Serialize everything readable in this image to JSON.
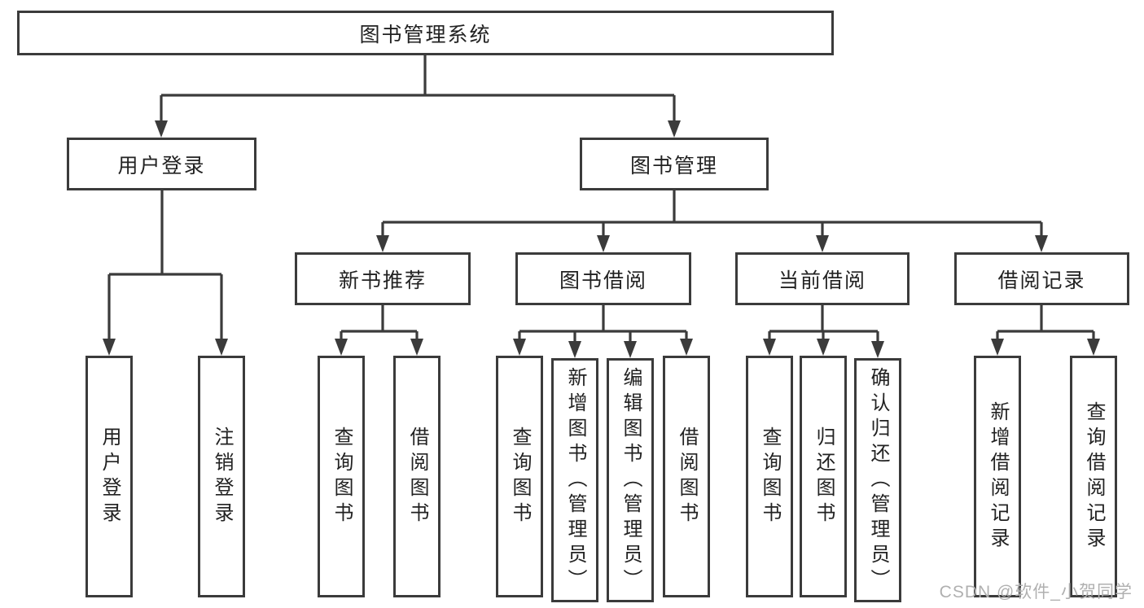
{
  "diagram": {
    "nodes": {
      "root": "图书管理系统",
      "user_login": "用户登录",
      "book_mgmt": "图书管理",
      "new_book_rec": "新书推荐",
      "book_borrow": "图书借阅",
      "current_borrow": "当前借阅",
      "borrow_record": "借阅记录",
      "leaf_user_login": "用户登录",
      "leaf_logout": "注销登录",
      "nb_query": "查询图书",
      "nb_borrow": "借阅图书",
      "bb_query": "查询图书",
      "bb_add": "新增图书（管理员）",
      "bb_edit": "编辑图书（管理员）",
      "bb_borrow": "借阅图书",
      "cb_query": "查询图书",
      "cb_return": "归还图书",
      "cb_confirm": "确认归还（管理员）",
      "br_add": "新增借阅记录",
      "br_query": "查询借阅记录"
    },
    "colors": {
      "line": "#3b3b3b",
      "text": "#222222",
      "background": "#ffffff",
      "watermark_color": "#b0b0b0"
    }
  },
  "watermark": "CSDN @软件_小贺同学"
}
